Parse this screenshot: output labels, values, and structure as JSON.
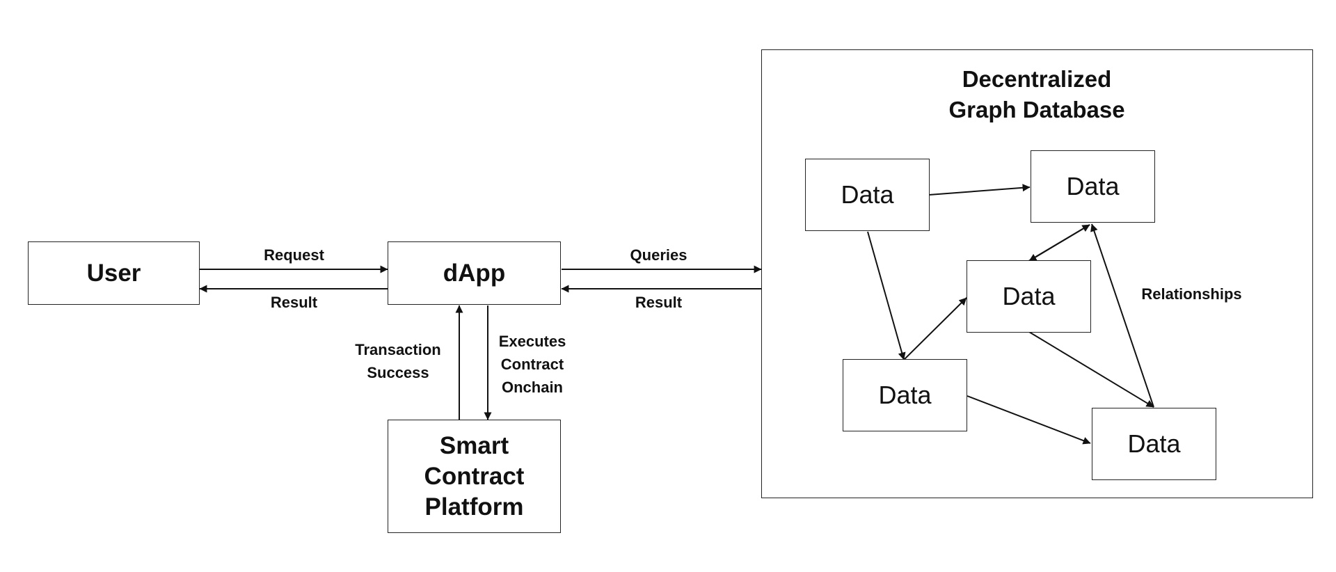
{
  "user": "User",
  "dapp": "dApp",
  "platform": [
    "Smart",
    "Contract",
    "Platform"
  ],
  "database_title": [
    "Decentralized",
    "Graph Database"
  ],
  "data_label": "Data",
  "edges": {
    "request": "Request",
    "result_user": "Result",
    "queries": "Queries",
    "result_db": "Result",
    "transaction_success": [
      "Transaction",
      "Success"
    ],
    "executes_contract": [
      "Executes",
      "Contract",
      "Onchain"
    ],
    "relationships": "Relationships"
  }
}
